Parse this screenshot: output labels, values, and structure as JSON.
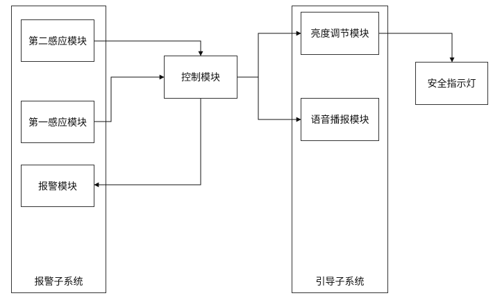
{
  "subsystems": {
    "alarm": {
      "label": "报警子系统"
    },
    "guide": {
      "label": "引导子系统"
    }
  },
  "modules": {
    "second_sensor": "第二感应模块",
    "first_sensor": "第一感应模块",
    "alarm": "报警模块",
    "control": "控制模块",
    "brightness": "亮度调节模块",
    "voice": "语音播报模块",
    "safety_light": "安全指示灯"
  }
}
